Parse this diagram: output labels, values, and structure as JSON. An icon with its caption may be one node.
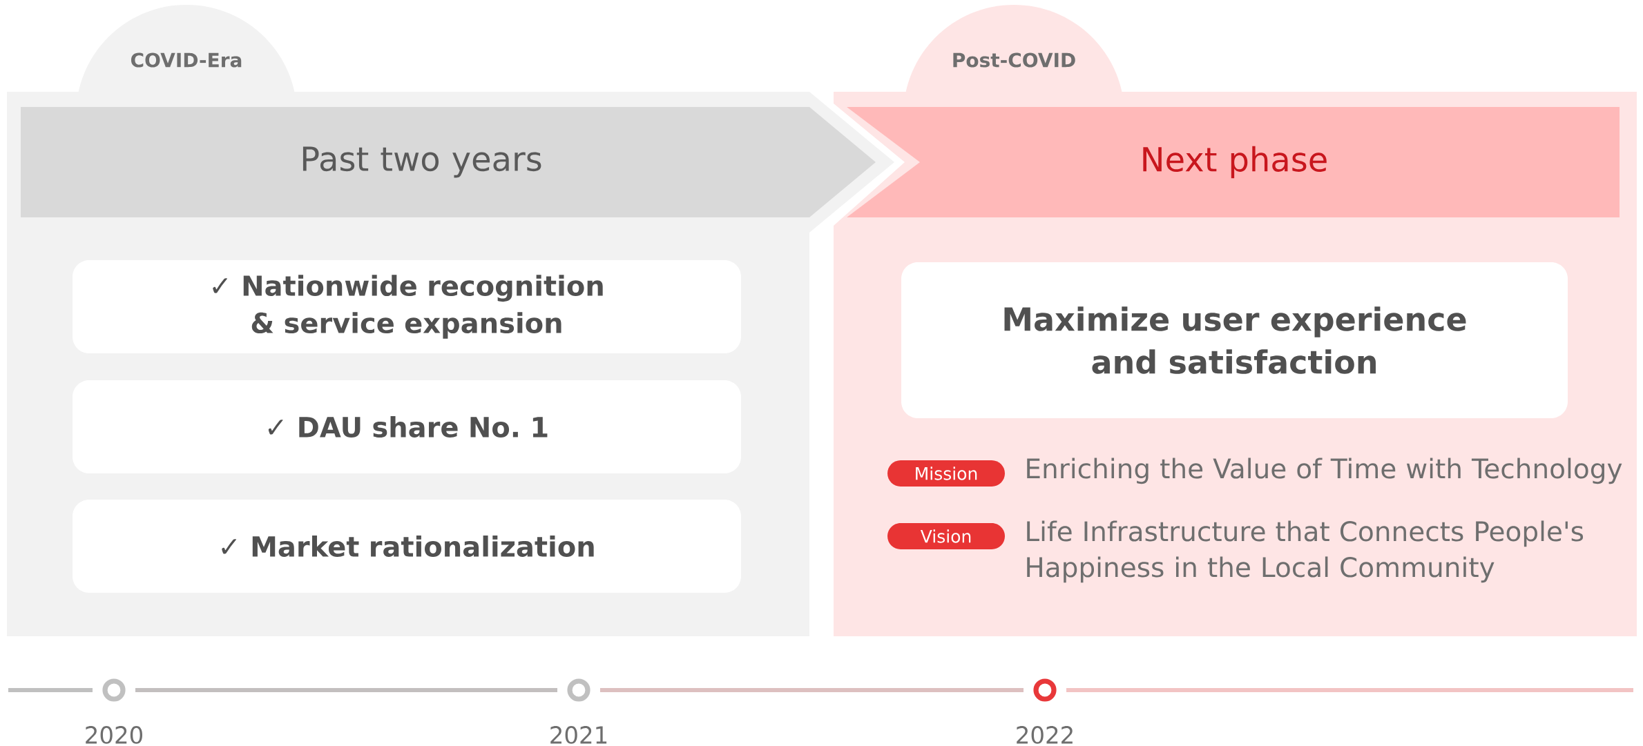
{
  "diagram": {
    "nodes": [
      {
        "text": [
          "COVID-Era"
        ]
      },
      {
        "text": [
          "Past two years"
        ],
        "in": 0
      },
      {
        "text": [
          "✓ **Nationwide recognition & service expansion**"
        ],
        "in": 0
      },
      {
        "text": [
          "✓ **DAU share No. 1**"
        ],
        "in": 0
      },
      {
        "text": [
          "✓ **Market rationalization**"
        ],
        "in": 0
      },
      {
        "text": [
          "Post-COVID"
        ]
      },
      {
        "text": [
          "Next phase"
        ],
        "in": 5
      },
      {
        "text": [
          "Maximize user experience and satisfaction"
        ],
        "in": 5
      },
      {
        "text": [
          "Mission"
        ],
        "in": 5,
        "beside": [
          "Enriching the Value of Time with Technology"
        ]
      },
      {
        "text": [
          "Vision"
        ],
        "in": 5,
        "beside": [
          "Life Infrastructure that Connects People's Happiness in the Local Community"
        ]
      },
      {
        "text": [],
        "shape": "circle",
        "beside": [
          "2020"
        ]
      },
      {
        "text": [],
        "shape": "circle",
        "beside": [
          "2021"
        ]
      },
      {
        "text": [],
        "shape": "circle",
        "beside": [
          "2022"
        ]
      }
    ],
    "edges": [
      {
        "from": null,
        "to": 10,
        "arrow": "none",
        "color": "#c0c0c0"
      },
      {
        "from": 10,
        "to": 11,
        "arrow": "none",
        "color": "#c3bfbf"
      },
      {
        "from": 11,
        "to": 12,
        "arrow": "none",
        "color": "#ddc0c0"
      },
      {
        "from": 12,
        "to": null,
        "arrow": "none",
        "color": "#f2c4c4"
      }
    ]
  }
}
